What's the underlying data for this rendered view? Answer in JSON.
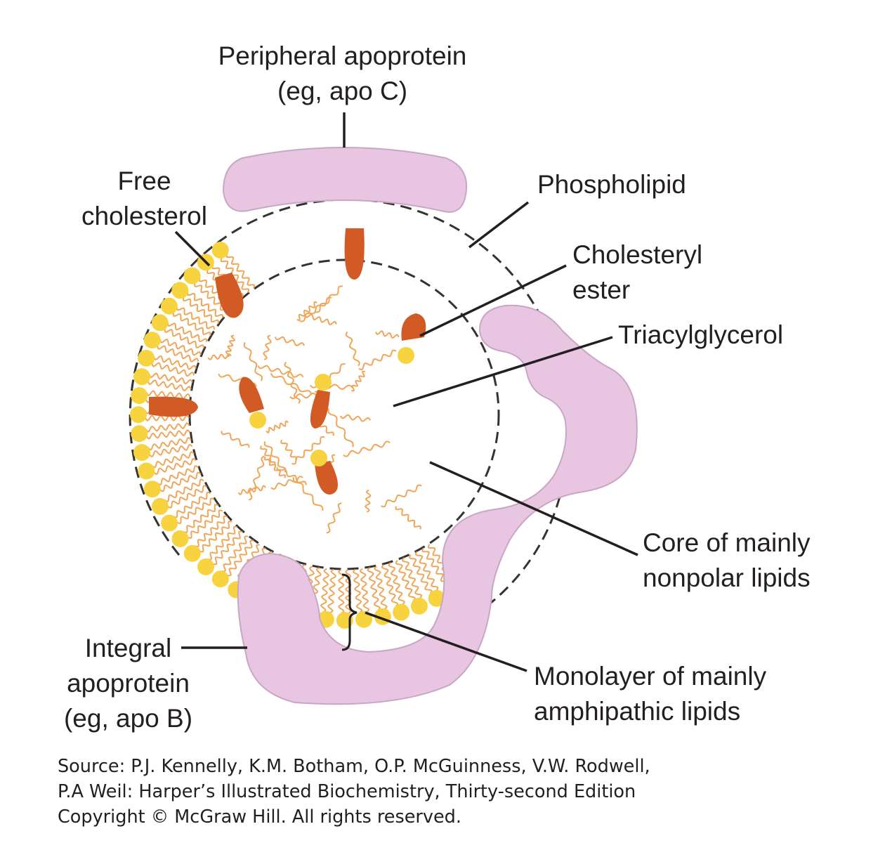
{
  "labels": {
    "peripheral_apoprotein": [
      "Peripheral apoprotein",
      "(eg, apo C)"
    ],
    "free_cholesterol": [
      "Free",
      "cholesterol"
    ],
    "phospholipid": [
      "Phospholipid"
    ],
    "cholesteryl_ester": [
      "Cholesteryl",
      "ester"
    ],
    "triacylglycerol": [
      "Triacylglycerol"
    ],
    "core": [
      "Core of mainly",
      "nonpolar lipids"
    ],
    "monolayer": [
      "Monolayer of mainly",
      "amphipathic lipids"
    ],
    "integral_apoprotein": [
      "Integral",
      "apoprotein",
      "(eg, apo B)"
    ]
  },
  "source": [
    "Source: P.J. Kennelly, K.M. Botham, O.P. McGuinness, V.W. Rodwell,",
    "P.A Weil: Harper’s Illustrated Biochemistry, Thirty-second Edition",
    "Copyright © McGraw Hill. All rights reserved."
  ],
  "colors": {
    "apoprotein_fill": "#e8c6e1",
    "apoprotein_stroke": "#c9a6c4",
    "phospholipid_head": "#f6d33f",
    "phospholipid_tail": "#f0a65a",
    "cholesterol": "#d25a24",
    "line": "#231f20"
  }
}
